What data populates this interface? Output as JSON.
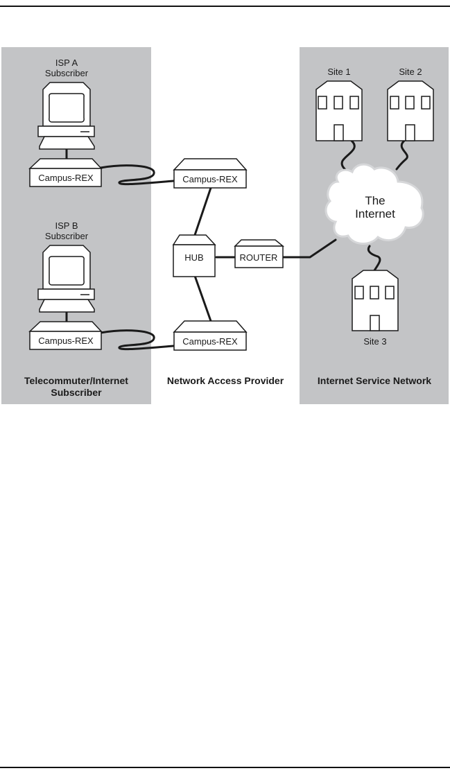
{
  "sections": {
    "left": {
      "title_line1": "Telecommuter/Internet",
      "title_line2": "Subscriber"
    },
    "middle": {
      "title": "Network Access Provider"
    },
    "right": {
      "title": "Internet Service Network"
    }
  },
  "subscribers": [
    {
      "label_line1": "ISP A",
      "label_line2": "Subscriber",
      "device": "Campus-REX"
    },
    {
      "label_line1": "ISP B",
      "label_line2": "Subscriber",
      "device": "Campus-REX"
    }
  ],
  "access_provider": {
    "top_device": "Campus-REX",
    "bottom_device": "Campus-REX",
    "hub": "HUB",
    "router": "ROUTER"
  },
  "internet": {
    "cloud_line1": "The",
    "cloud_line2": "Internet",
    "sites": [
      {
        "label": "Site 1"
      },
      {
        "label": "Site 2"
      },
      {
        "label": "Site 3"
      }
    ]
  },
  "colors": {
    "panel": "#c3c4c6",
    "line": "#1a1a1a",
    "fill": "#ffffff"
  }
}
